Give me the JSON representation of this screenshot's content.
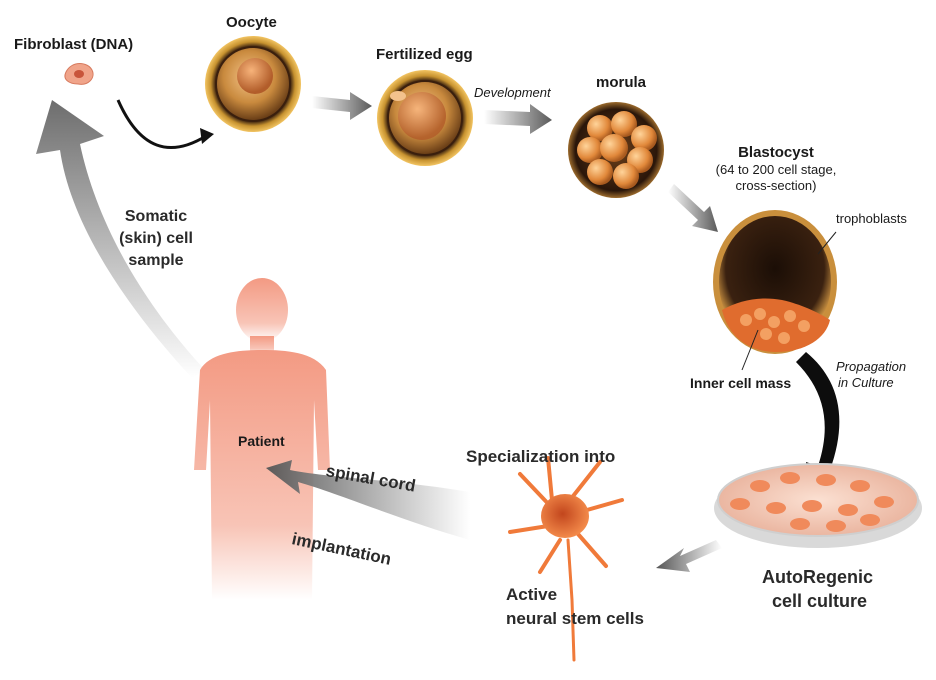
{
  "labels": {
    "fibroblast": "Fibroblast (DNA)",
    "oocyte": "Oocyte",
    "fertilized_egg": "Fertilized egg",
    "development": "Development",
    "morula": "morula",
    "blastocyst": "Blastocyst",
    "blastocyst_detail_1": "(64 to 200 cell stage,",
    "blastocyst_detail_2": "cross-section)",
    "trophoblasts": "trophoblasts",
    "inner_cell_mass": "Inner cell mass",
    "propagation_1": "Propagation",
    "propagation_2": "in Culture",
    "autoregenic_1": "AutoRegenic",
    "autoregenic_2": "cell culture",
    "specialization": "Specialization into",
    "active": "Active",
    "neural_stem_cells": "neural  stem cells",
    "spinal_cord": "spinal cord",
    "implantation": "implantation",
    "patient": "Patient",
    "somatic_1": "Somatic",
    "somatic_2": "(skin) cell",
    "somatic_3": "sample"
  },
  "colors": {
    "cell_orange": "#e48a2e",
    "arrow_gray": "#6b6b6b",
    "body_pink": "#f4a896",
    "neuron_orange": "#f07a3a"
  }
}
